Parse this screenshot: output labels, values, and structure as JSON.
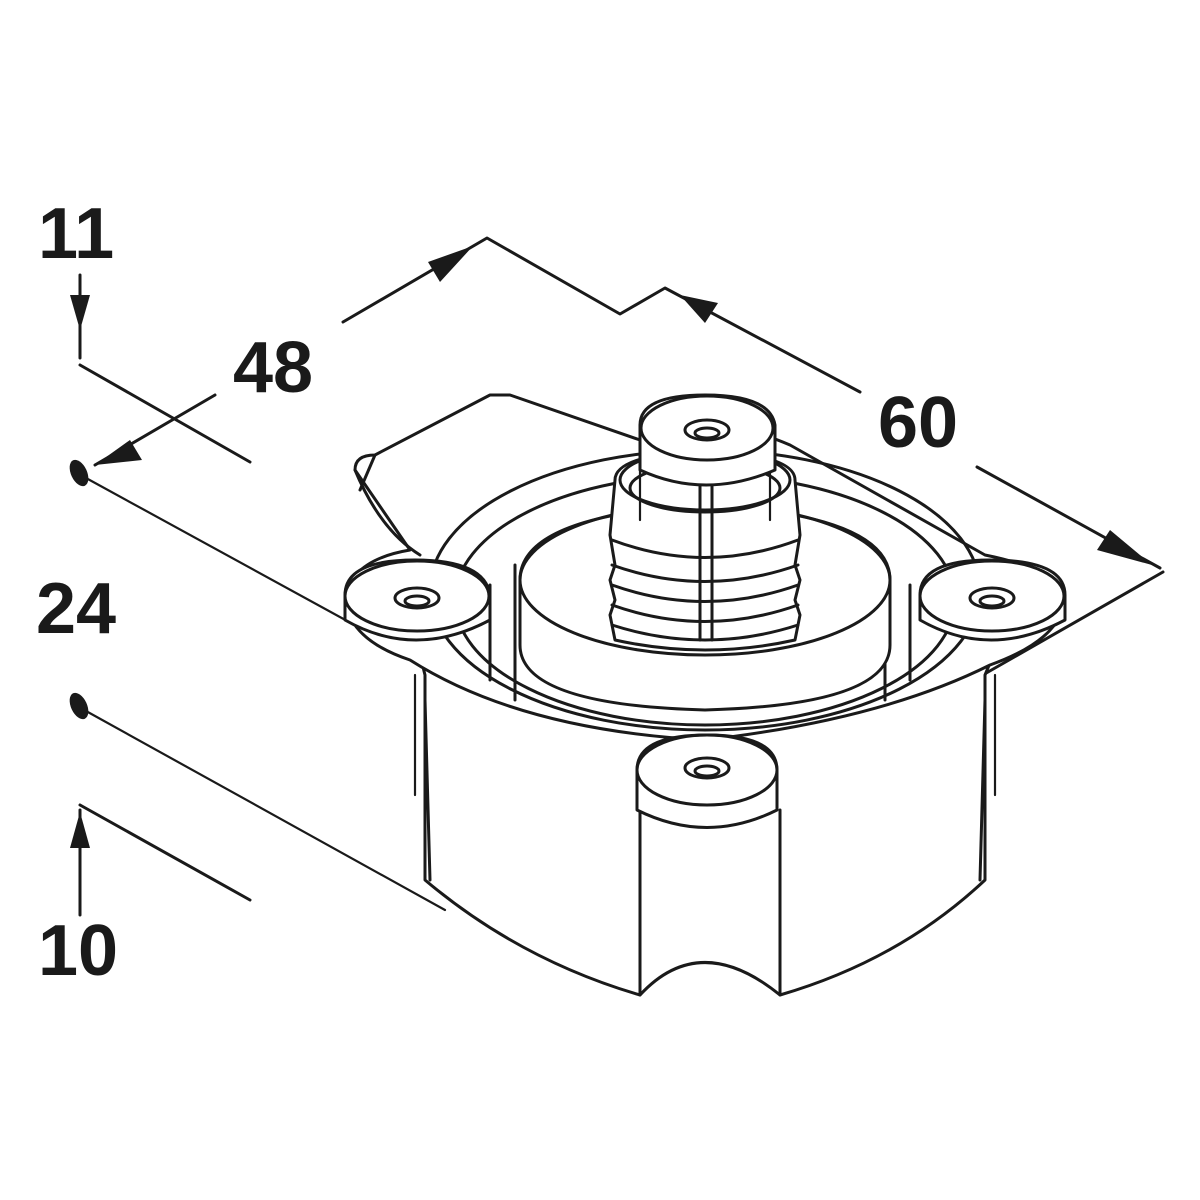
{
  "dimensions": {
    "d11": "11",
    "d48": "48",
    "d60": "60",
    "d24": "24",
    "d10": "10"
  },
  "colors": {
    "line": "#1a1a1a",
    "background": "#ffffff"
  }
}
